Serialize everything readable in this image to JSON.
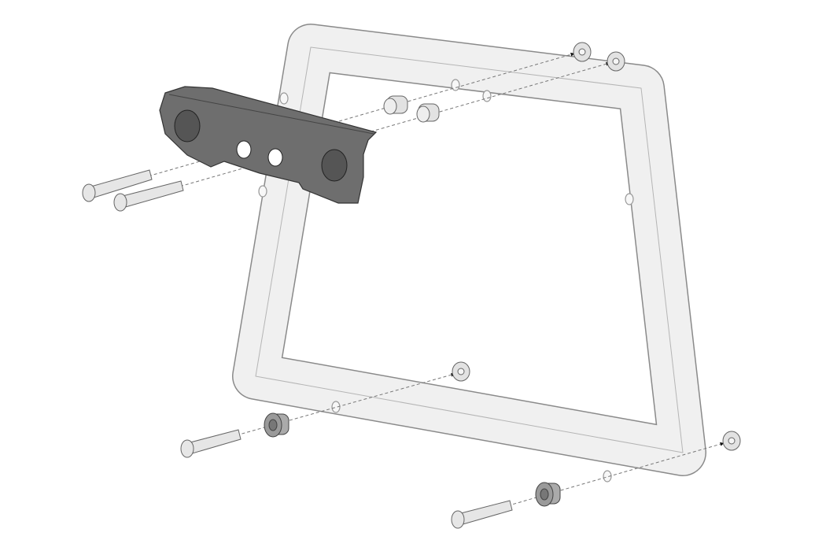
{
  "diagram": {
    "type": "exploded-assembly",
    "colors": {
      "background": "#ffffff",
      "frame_fill": "#f0f0f0",
      "frame_outline": "#8a8a8a",
      "bracket_fill": "#6e6e6e",
      "bracket_outline": "#333333",
      "hardware_fill": "#e2e2e2",
      "bushing_fill": "#9a9a9a",
      "guide_line": "#777777",
      "arrow": "#111111"
    },
    "parts": [
      "tube-frame",
      "mounting-bracket",
      "bolt",
      "nut",
      "spacer",
      "bushing"
    ]
  }
}
